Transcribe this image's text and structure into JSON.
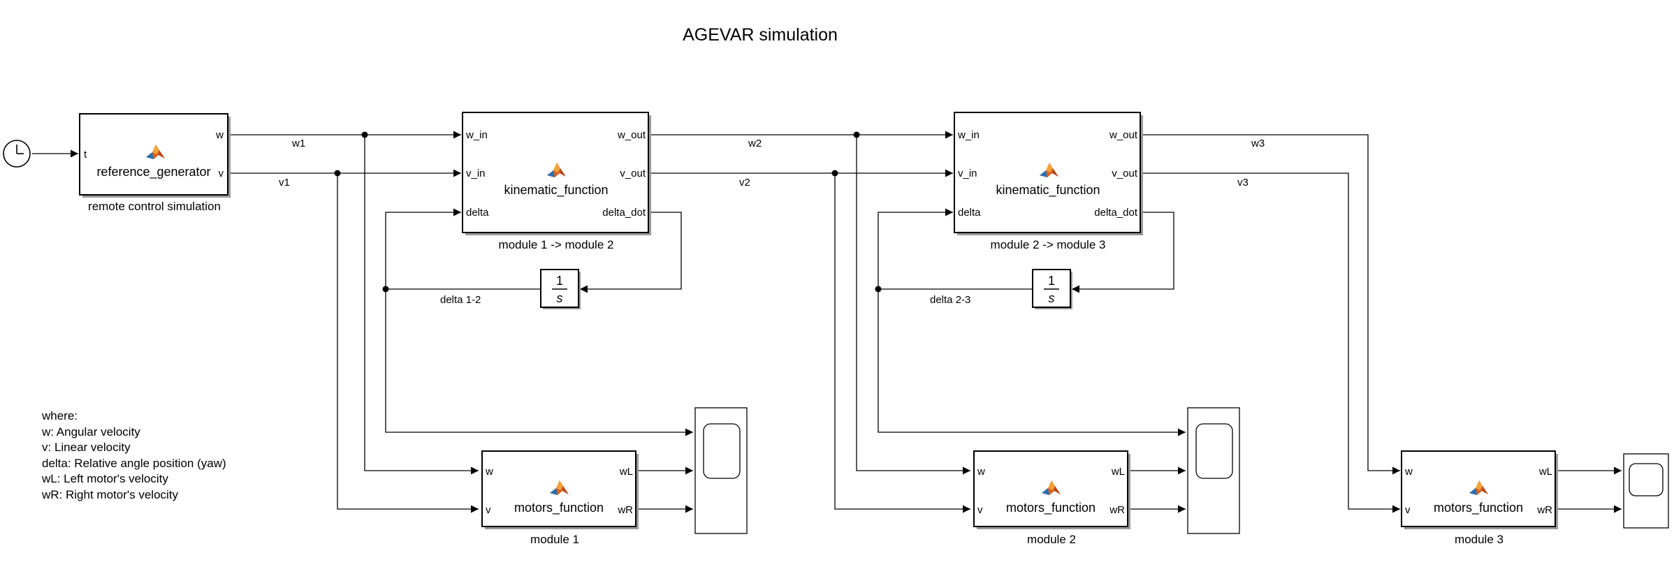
{
  "title": "AGEVAR simulation",
  "clock": {
    "icon": "clock-icon"
  },
  "reference_block": {
    "function": "reference_generator",
    "caption": "remote control simulation",
    "in_port": "t",
    "out_ports": [
      "w",
      "v"
    ],
    "icon": "matlab-function-icon"
  },
  "kinematic_blocks": [
    {
      "function": "kinematic_function",
      "caption": "module 1 -> module 2",
      "in_ports": [
        "w_in",
        "v_in",
        "delta"
      ],
      "out_ports": [
        "w_out",
        "v_out",
        "delta_dot"
      ]
    },
    {
      "function": "kinematic_function",
      "caption": "module 2 -> module 3",
      "in_ports": [
        "w_in",
        "v_in",
        "delta"
      ],
      "out_ports": [
        "w_out",
        "v_out",
        "delta_dot"
      ]
    }
  ],
  "integrators": [
    {
      "numerator": "1",
      "denominator": "s",
      "signal": "delta 1-2"
    },
    {
      "numerator": "1",
      "denominator": "s",
      "signal": "delta 2-3"
    }
  ],
  "motor_blocks": [
    {
      "function": "motors_function",
      "caption": "module 1",
      "in_ports": [
        "w",
        "v"
      ],
      "out_ports": [
        "wL",
        "wR"
      ]
    },
    {
      "function": "motors_function",
      "caption": "module 2",
      "in_ports": [
        "w",
        "v"
      ],
      "out_ports": [
        "wL",
        "wR"
      ]
    },
    {
      "function": "motors_function",
      "caption": "module 3",
      "in_ports": [
        "w",
        "v"
      ],
      "out_ports": [
        "wL",
        "wR"
      ]
    }
  ],
  "scopes": [
    {
      "icon": "scope-icon"
    },
    {
      "icon": "scope-icon"
    },
    {
      "icon": "scope-icon"
    }
  ],
  "signals": [
    "w1",
    "v1",
    "w2",
    "v2",
    "w3",
    "v3"
  ],
  "legend": [
    "where:",
    "w: Angular velocity",
    "v: Linear velocity",
    "delta: Relative angle position (yaw)",
    "wL: Left motor's velocity",
    "wR: Right motor's velocity"
  ]
}
